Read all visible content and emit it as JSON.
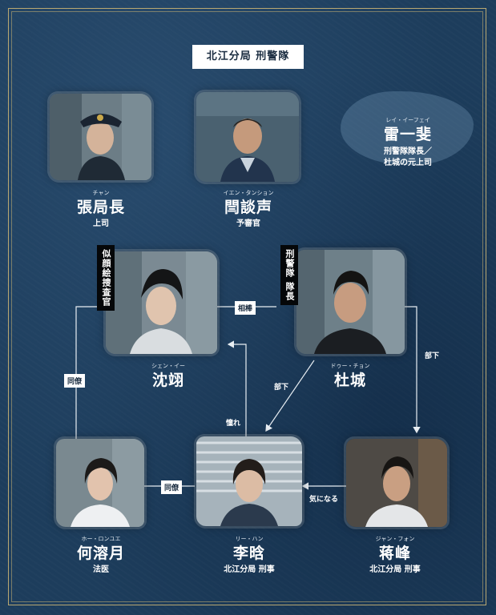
{
  "title": "北江分局 刑警隊",
  "characters": {
    "zhang": {
      "ruby": "チャン",
      "name": "張局長",
      "role": "上司"
    },
    "yan": {
      "ruby": "イエン・タンション",
      "name": "閆談声",
      "role": "予審官"
    },
    "lei": {
      "ruby": "レイ・イーフェイ",
      "name": "雷一斐",
      "role_line1": "刑警隊隊長／",
      "role_line2": "杜城の元上司"
    },
    "shen": {
      "ruby": "シェン・イー",
      "name": "沈翊",
      "tag": "似顔絵捜査官"
    },
    "du": {
      "ruby": "ドゥー・チョン",
      "name": "杜城",
      "tag": "刑警隊 隊長"
    },
    "he": {
      "ruby": "ホー・ロンユエ",
      "name": "何溶月",
      "role": "法医"
    },
    "li": {
      "ruby": "リー・ハン",
      "name": "李晗",
      "role": "北江分局 刑事"
    },
    "jiang": {
      "ruby": "ジャン・フォン",
      "name": "蒋峰",
      "role": "北江分局 刑事"
    }
  },
  "relations": {
    "partner": "相棒",
    "colleague_left": "同僚",
    "subordinate_du_li": "部下",
    "subordinate_du_jiang": "部下",
    "admire": "憧れ",
    "colleague_bottom": "同僚",
    "interested": "気になる"
  },
  "colors": {
    "background": "#1d3d5c",
    "frame": "#b9a872",
    "line": "#e8eef3",
    "label_bg": "#ffffff",
    "tag_bg": "#050709"
  }
}
